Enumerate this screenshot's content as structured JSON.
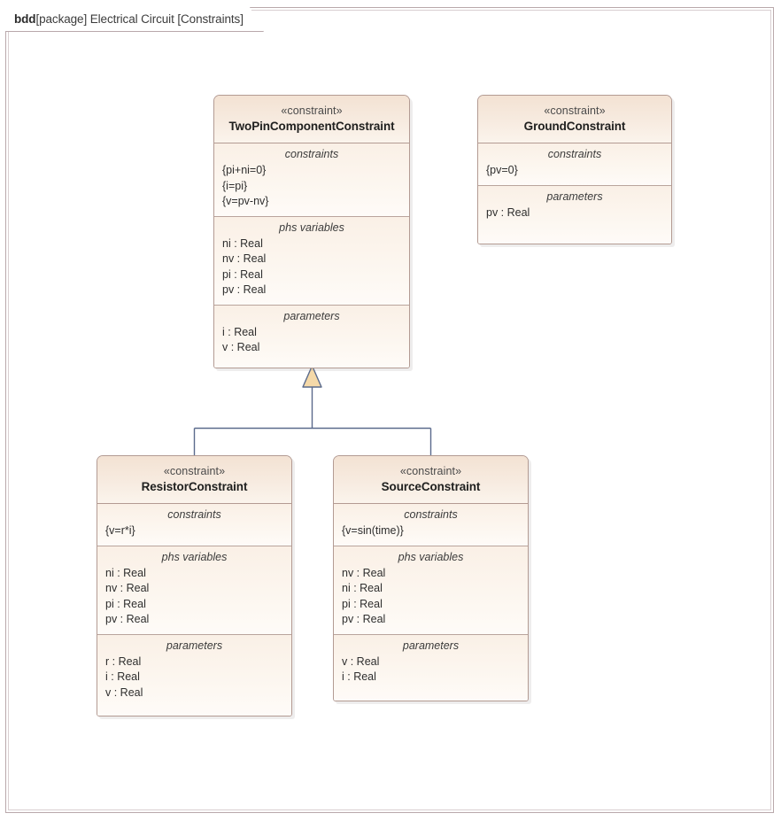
{
  "diagram": {
    "frame_label_prefix": "bdd",
    "frame_label_rest": "[package] Electrical Circuit [Constraints]",
    "kind": "SysML Block Definition Diagram",
    "colors": {
      "block_border": "#b39b93",
      "block_header_fill": "#f3e2d3",
      "block_body_fill": "#fdf8f3",
      "connector": "#5a6a8c",
      "arrowhead_fill": "#f5d9a8",
      "frame_border": "#b9a8ab"
    }
  },
  "blocks": {
    "twopin": {
      "stereotype": "«constraint»",
      "name": "TwoPinComponentConstraint",
      "compartments": [
        {
          "label": "constraints",
          "entries": [
            "{pi+ni=0}",
            "{i=pi}",
            "{v=pv-nv}"
          ]
        },
        {
          "label": "phs variables",
          "entries": [
            "ni : Real",
            "nv : Real",
            "pi : Real",
            "pv : Real"
          ]
        },
        {
          "label": "parameters",
          "entries": [
            "i : Real",
            "v : Real"
          ]
        }
      ]
    },
    "ground": {
      "stereotype": "«constraint»",
      "name": "GroundConstraint",
      "compartments": [
        {
          "label": "constraints",
          "entries": [
            "{pv=0}"
          ]
        },
        {
          "label": "parameters",
          "entries": [
            "pv : Real"
          ]
        }
      ]
    },
    "resistor": {
      "stereotype": "«constraint»",
      "name": "ResistorConstraint",
      "compartments": [
        {
          "label": "constraints",
          "entries": [
            "{v=r*i}"
          ]
        },
        {
          "label": "phs variables",
          "entries": [
            "ni : Real",
            "nv : Real",
            "pi : Real",
            "pv : Real"
          ]
        },
        {
          "label": "parameters",
          "entries": [
            "r : Real",
            "i : Real",
            "v : Real"
          ]
        }
      ]
    },
    "source": {
      "stereotype": "«constraint»",
      "name": "SourceConstraint",
      "compartments": [
        {
          "label": "constraints",
          "entries": [
            "{v=sin(time)}"
          ]
        },
        {
          "label": "phs variables",
          "entries": [
            "nv : Real",
            "ni : Real",
            "pi : Real",
            "pv : Real"
          ]
        },
        {
          "label": "parameters",
          "entries": [
            "v : Real",
            "i : Real"
          ]
        }
      ]
    }
  },
  "relationships": [
    {
      "type": "generalization",
      "source": "ResistorConstraint",
      "target": "TwoPinComponentConstraint"
    },
    {
      "type": "generalization",
      "source": "SourceConstraint",
      "target": "TwoPinComponentConstraint"
    }
  ]
}
